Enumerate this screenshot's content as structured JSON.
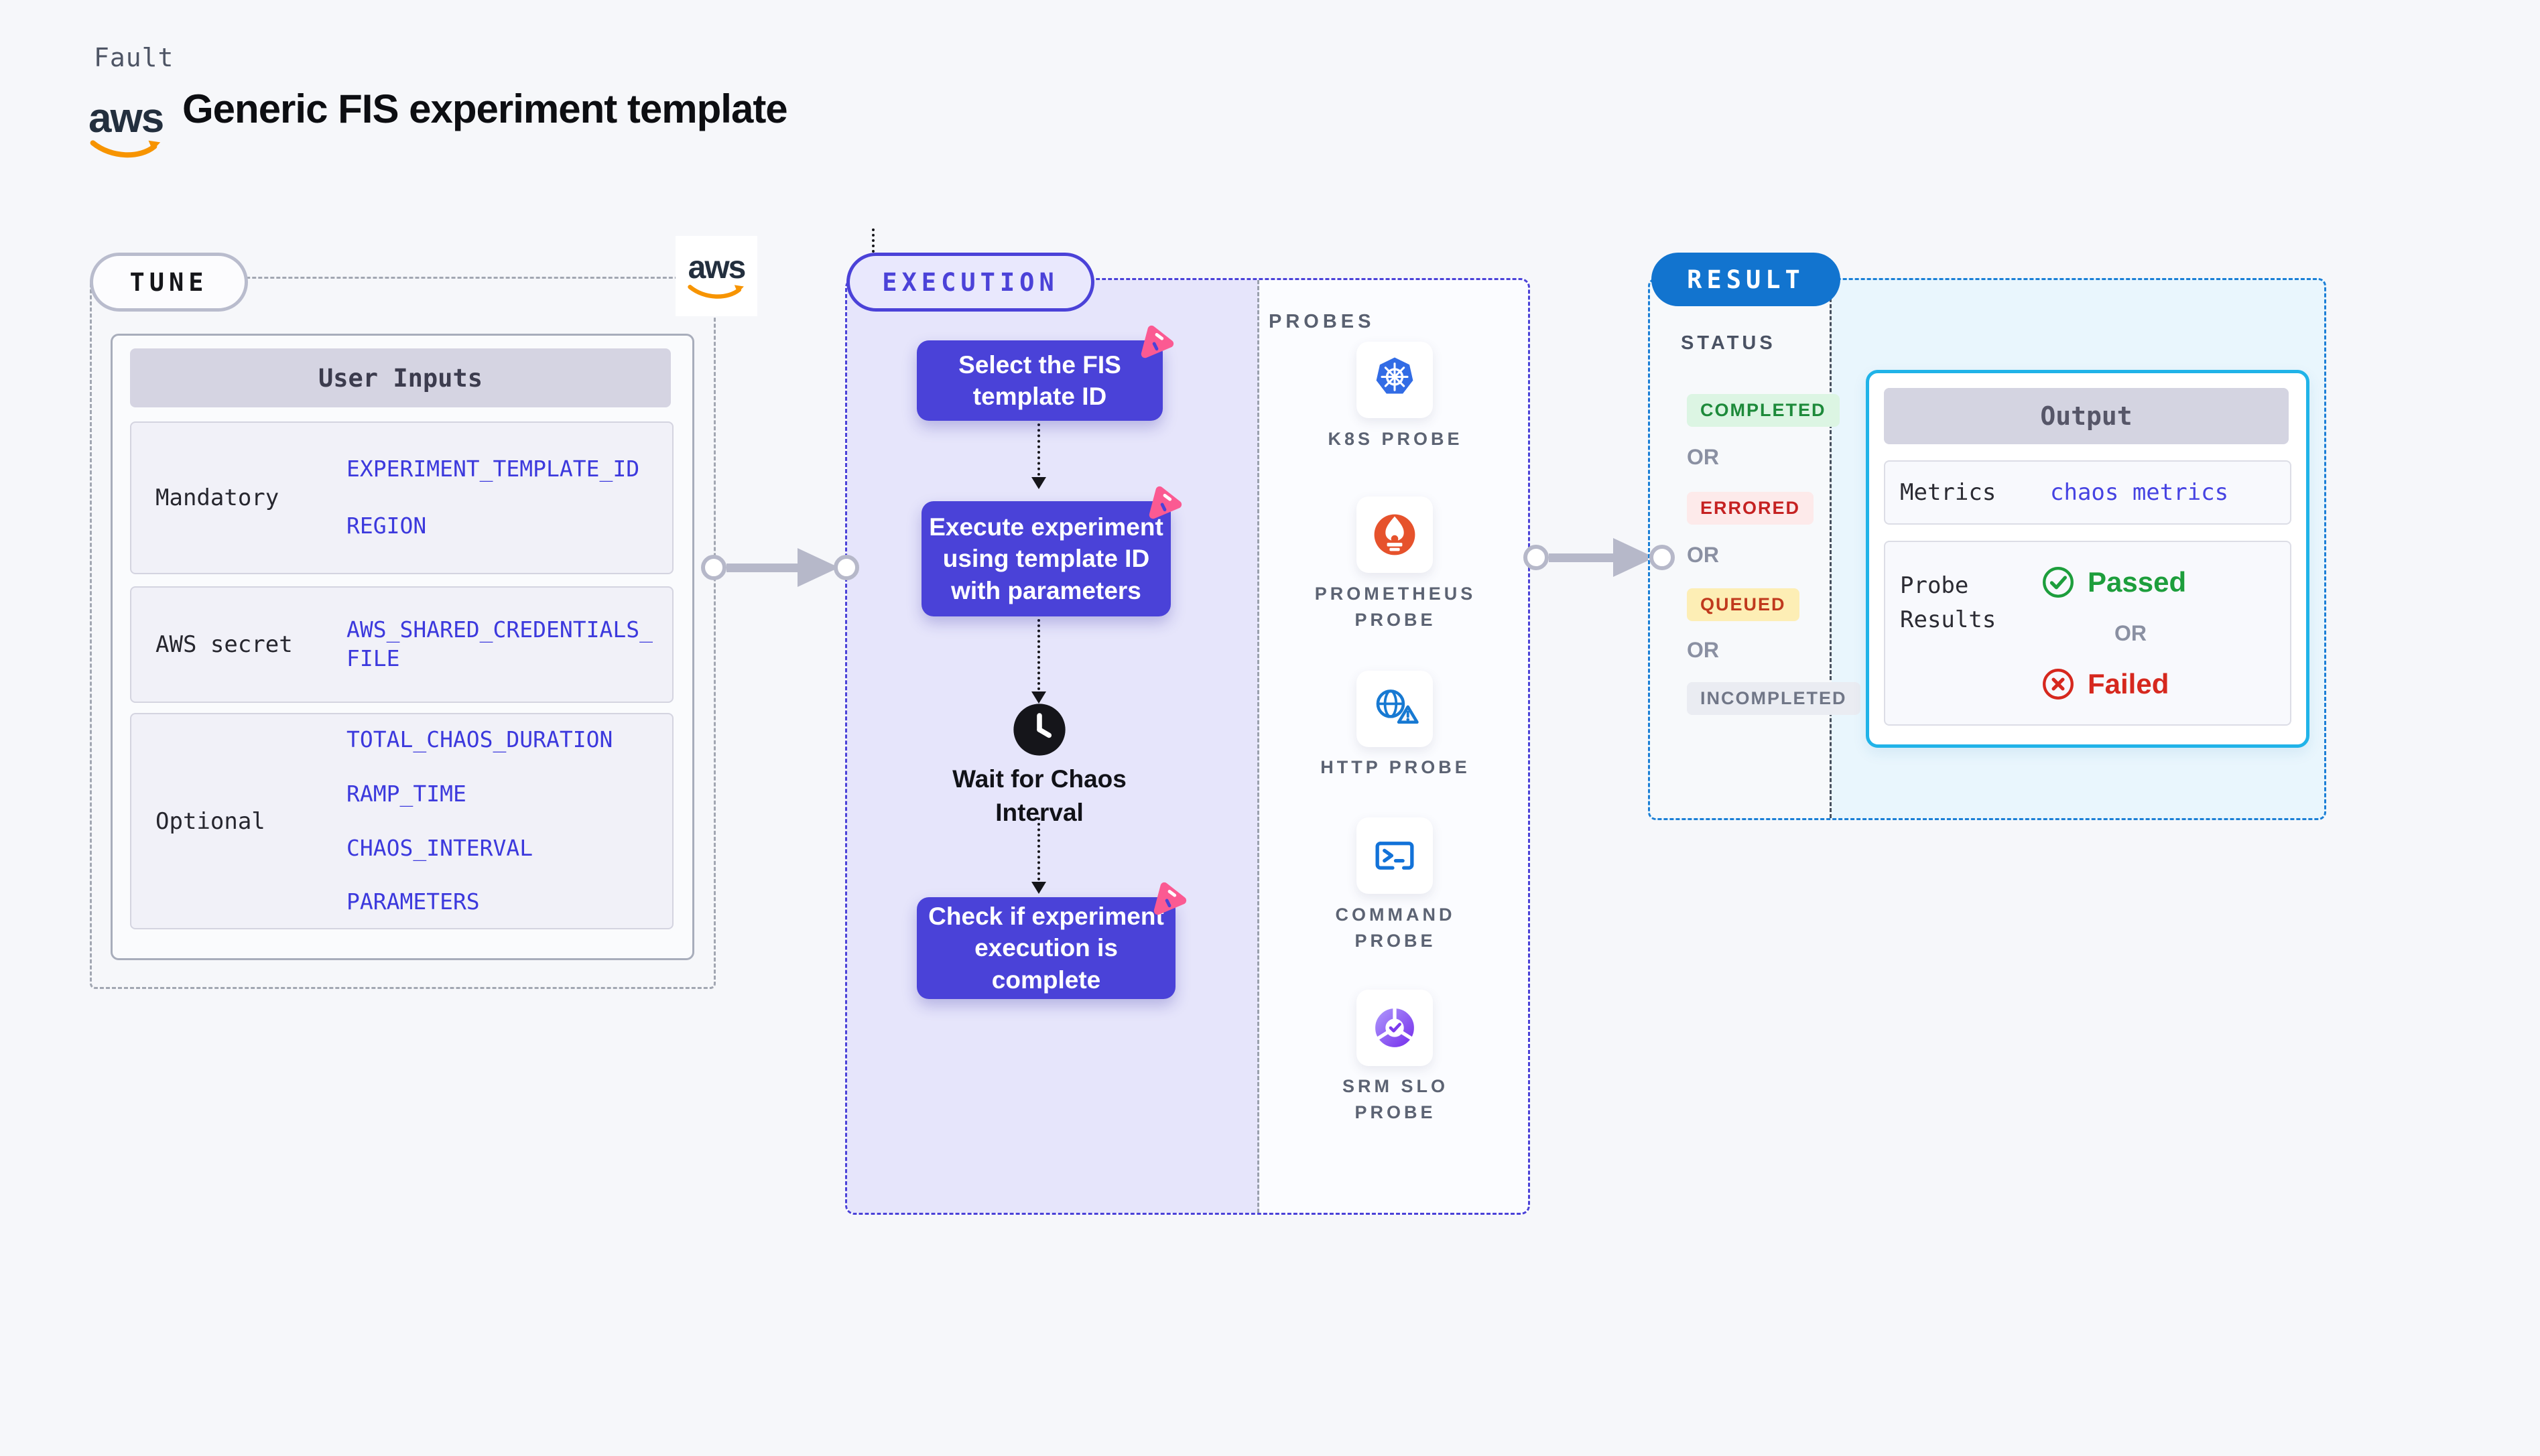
{
  "aws_logo_text": "aws",
  "header": {
    "brand": "Fault",
    "title": "Generic FIS experiment template"
  },
  "tune": {
    "badge": "TUNE",
    "table": {
      "header": "User Inputs",
      "rows": [
        {
          "label": "Mandatory",
          "values": [
            "EXPERIMENT_TEMPLATE_ID",
            "REGION"
          ]
        },
        {
          "label": "AWS secret",
          "values": [
            "AWS_SHARED_CREDENTIALS_FILE"
          ]
        },
        {
          "label": "Optional",
          "values": [
            "TOTAL_CHAOS_DURATION",
            "RAMP_TIME",
            "CHAOS_INTERVAL",
            "PARAMETERS"
          ]
        }
      ]
    }
  },
  "execution": {
    "badge": "EXECUTION",
    "step1": "Select the FIS template ID",
    "step2": "Execute experiment using template ID with parameters",
    "wait_label": "Wait for Chaos Interval",
    "step3": "Check if experiment execution is complete"
  },
  "probes": {
    "label": "PROBES",
    "items": [
      {
        "name": "K8S PROBE",
        "icon": "kubernetes-icon"
      },
      {
        "name": "PROMETHEUS PROBE",
        "icon": "prometheus-icon"
      },
      {
        "name": "HTTP PROBE",
        "icon": "http-probe-icon"
      },
      {
        "name": "COMMAND PROBE",
        "icon": "command-probe-icon"
      },
      {
        "name": "SRM SLO PROBE",
        "icon": "srm-slo-icon"
      }
    ]
  },
  "result": {
    "badge": "RESULT",
    "status_label": "STATUS",
    "or_label": "OR",
    "statuses": [
      {
        "label": "COMPLETED",
        "color": "green"
      },
      {
        "label": "ERRORED",
        "color": "red"
      },
      {
        "label": "QUEUED",
        "color": "yellow"
      },
      {
        "label": "INCOMPLETED",
        "color": "gray"
      }
    ],
    "output": {
      "header": "Output",
      "metrics_label": "Metrics",
      "metrics_value": "chaos metrics",
      "probe_results_label": "Probe Results",
      "passed_label": "Passed",
      "failed_label": "Failed"
    }
  },
  "colors": {
    "accent_indigo": "#4b42d8",
    "accent_blue": "#1274cf",
    "accent_cyan": "#20b3e8",
    "value_blue": "#3c39dd",
    "green": "#1d9e3c",
    "red": "#d6281e",
    "pink": "#fb5a92",
    "aws_orange": "#f79400"
  }
}
